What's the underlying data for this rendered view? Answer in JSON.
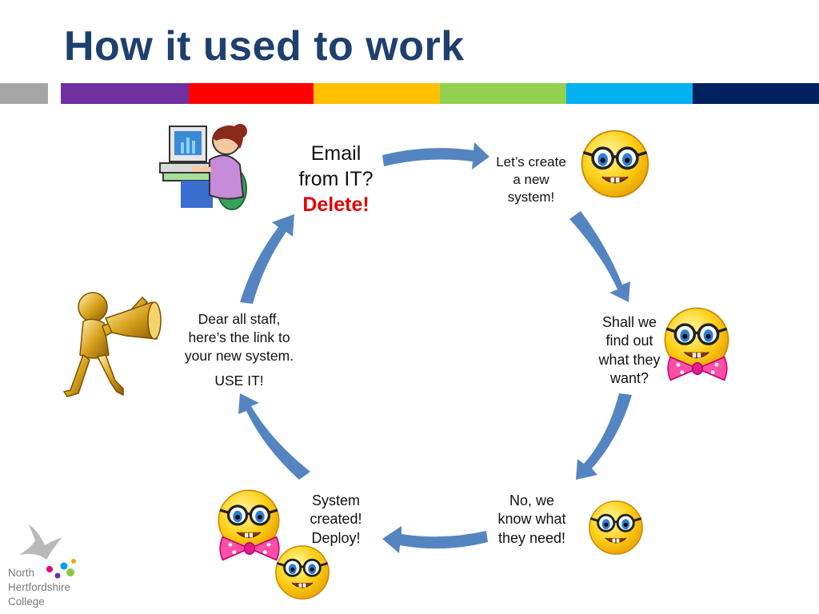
{
  "slide": {
    "title": "How it used to work"
  },
  "stripe_colors": [
    "#a6a6a6",
    "#7030a0",
    "#ff0000",
    "#ffc000",
    "#92d050",
    "#00b0f0",
    "#002060"
  ],
  "cycle": {
    "arrow_color": "#5585c0",
    "steps": [
      {
        "lines": [
          "Email",
          "from IT?"
        ],
        "emphasis": "Delete!",
        "emphasis_color": "#e00000",
        "figure": "woman-at-computer-icon"
      },
      {
        "lines": [
          "Let’s create",
          "a new",
          "system!"
        ],
        "figure": "nerd-smiley-icon"
      },
      {
        "lines": [
          "Shall we",
          "find out",
          "what they",
          "want?"
        ],
        "figure": "nerd-smiley-bowtie-icon"
      },
      {
        "lines": [
          "No, we",
          "know what",
          "they need!"
        ],
        "figure": "nerd-smiley-icon"
      },
      {
        "lines": [
          "System",
          "created!",
          "Deploy!"
        ],
        "figure": "nerd-smiley-pair-icon"
      },
      {
        "lines": [
          "Dear all staff,",
          "here’s the link to",
          "your new system."
        ],
        "extra": "USE IT!",
        "figure": "gold-megaphone-figure-icon"
      }
    ]
  },
  "logo": {
    "lines": [
      "North",
      "Hertfordshire",
      "College"
    ],
    "text_color": "#7a7a7a",
    "dot_colors": [
      "#e6007e",
      "#7030a0",
      "#00a0e9",
      "#8dc63f",
      "#f7a600"
    ]
  }
}
